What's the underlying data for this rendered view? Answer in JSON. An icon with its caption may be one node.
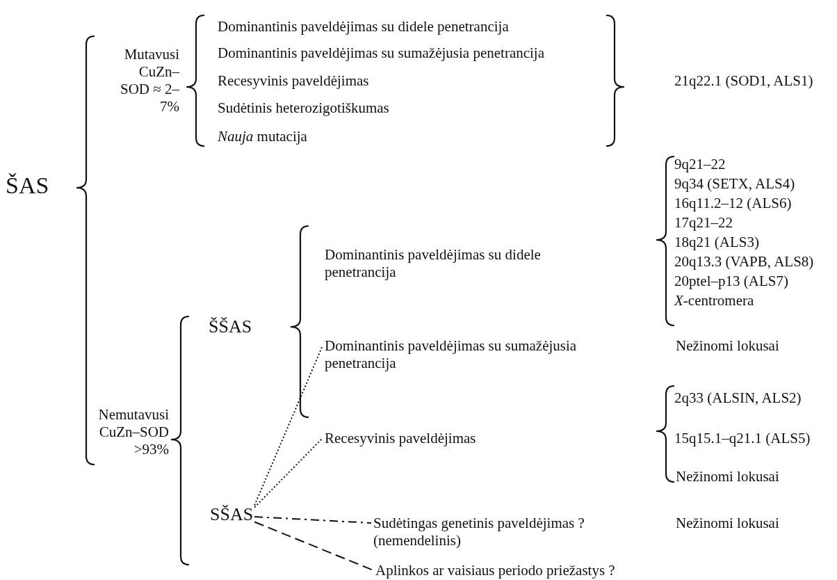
{
  "diagram": {
    "nodes": [
      {
        "text": [
          "SŠAS"
        ]
      },
      {
        "text": [
          "Dominantinis paveldėjimas su sumažėjusia penetrancija"
        ]
      },
      {
        "text": [
          "Recesyvinis paveldėjimas"
        ]
      },
      {
        "text": [
          "Sudėtingas genetinis paveldėjimas ? (nemendelinis)"
        ]
      },
      {
        "text": [
          "Aplinkos ar vaisiaus periodo priežastys ?"
        ]
      }
    ],
    "edges": [
      {
        "from": 0,
        "to": 1,
        "arrow": "none",
        "style": "dashed"
      },
      {
        "from": 0,
        "to": 2,
        "arrow": "none",
        "style": "dashed"
      },
      {
        "from": 0,
        "to": 3,
        "arrow": "none",
        "style": "dashed"
      },
      {
        "from": 0,
        "to": 4,
        "arrow": "none",
        "style": "dashed"
      }
    ],
    "labels": [
      "ŠAS",
      "Mutavusi CuZn–SOD ≈ 2–7%",
      "Dominantinis paveldėjimas su didele penetrancija",
      "Dominantinis paveldėjimas su sumažėjusia penetrancija",
      "Recesyvinis paveldėjimas",
      "Sudėtinis heterozigotiškumas",
      "*Nauja* mutacija",
      "21q22.1 (SOD1, ALS1)",
      "9q21–22",
      "9q34 (SETX, ALS4)",
      "16q11.2–12 (ALS6)",
      "17q21–22",
      "18q21 (ALS3)",
      "20q13.3 (VAPB, ALS8)",
      "20ptel–p13 (ALS7)",
      "*X*-centromera",
      "Dominantinis paveldėjimas su didele penetrancija",
      "ŠŠAS",
      "Nežinomi lokusai",
      "Nemutavusi CuZn–SOD >93%",
      "2q33 (ALSIN, ALS2)",
      "15q15.1–q21.1 (ALS5)",
      "Nežinomi lokusai",
      "Nežinomi lokusai"
    ]
  }
}
